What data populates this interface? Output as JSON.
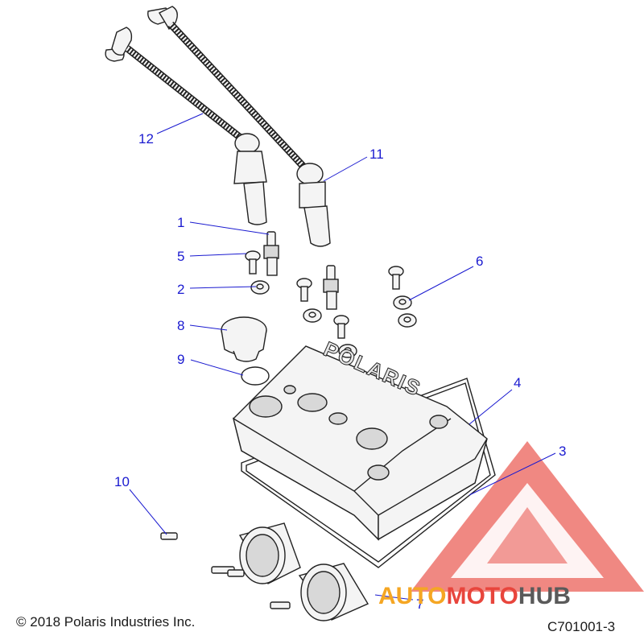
{
  "callouts": [
    {
      "id": "1",
      "label": "1"
    },
    {
      "id": "2",
      "label": "2"
    },
    {
      "id": "3",
      "label": "3"
    },
    {
      "id": "4",
      "label": "4"
    },
    {
      "id": "5",
      "label": "5"
    },
    {
      "id": "6",
      "label": "6"
    },
    {
      "id": "7",
      "label": "7"
    },
    {
      "id": "8",
      "label": "8"
    },
    {
      "id": "9",
      "label": "9"
    },
    {
      "id": "10",
      "label": "10"
    },
    {
      "id": "11",
      "label": "11"
    },
    {
      "id": "12",
      "label": "12"
    }
  ],
  "embossed_brand": "POLARIS",
  "copyright": "© 2018 Polaris Industries Inc.",
  "diagram_code": "C701001-3",
  "watermark": {
    "part1": "AUTO",
    "part2": "MOTO",
    "part3": "HUB",
    "color_orange": "#f5a623",
    "color_red": "#e8453c",
    "color_gray": "#5a5a5a"
  },
  "colors": {
    "callout": "#1a1ad0",
    "line": "#222222"
  }
}
